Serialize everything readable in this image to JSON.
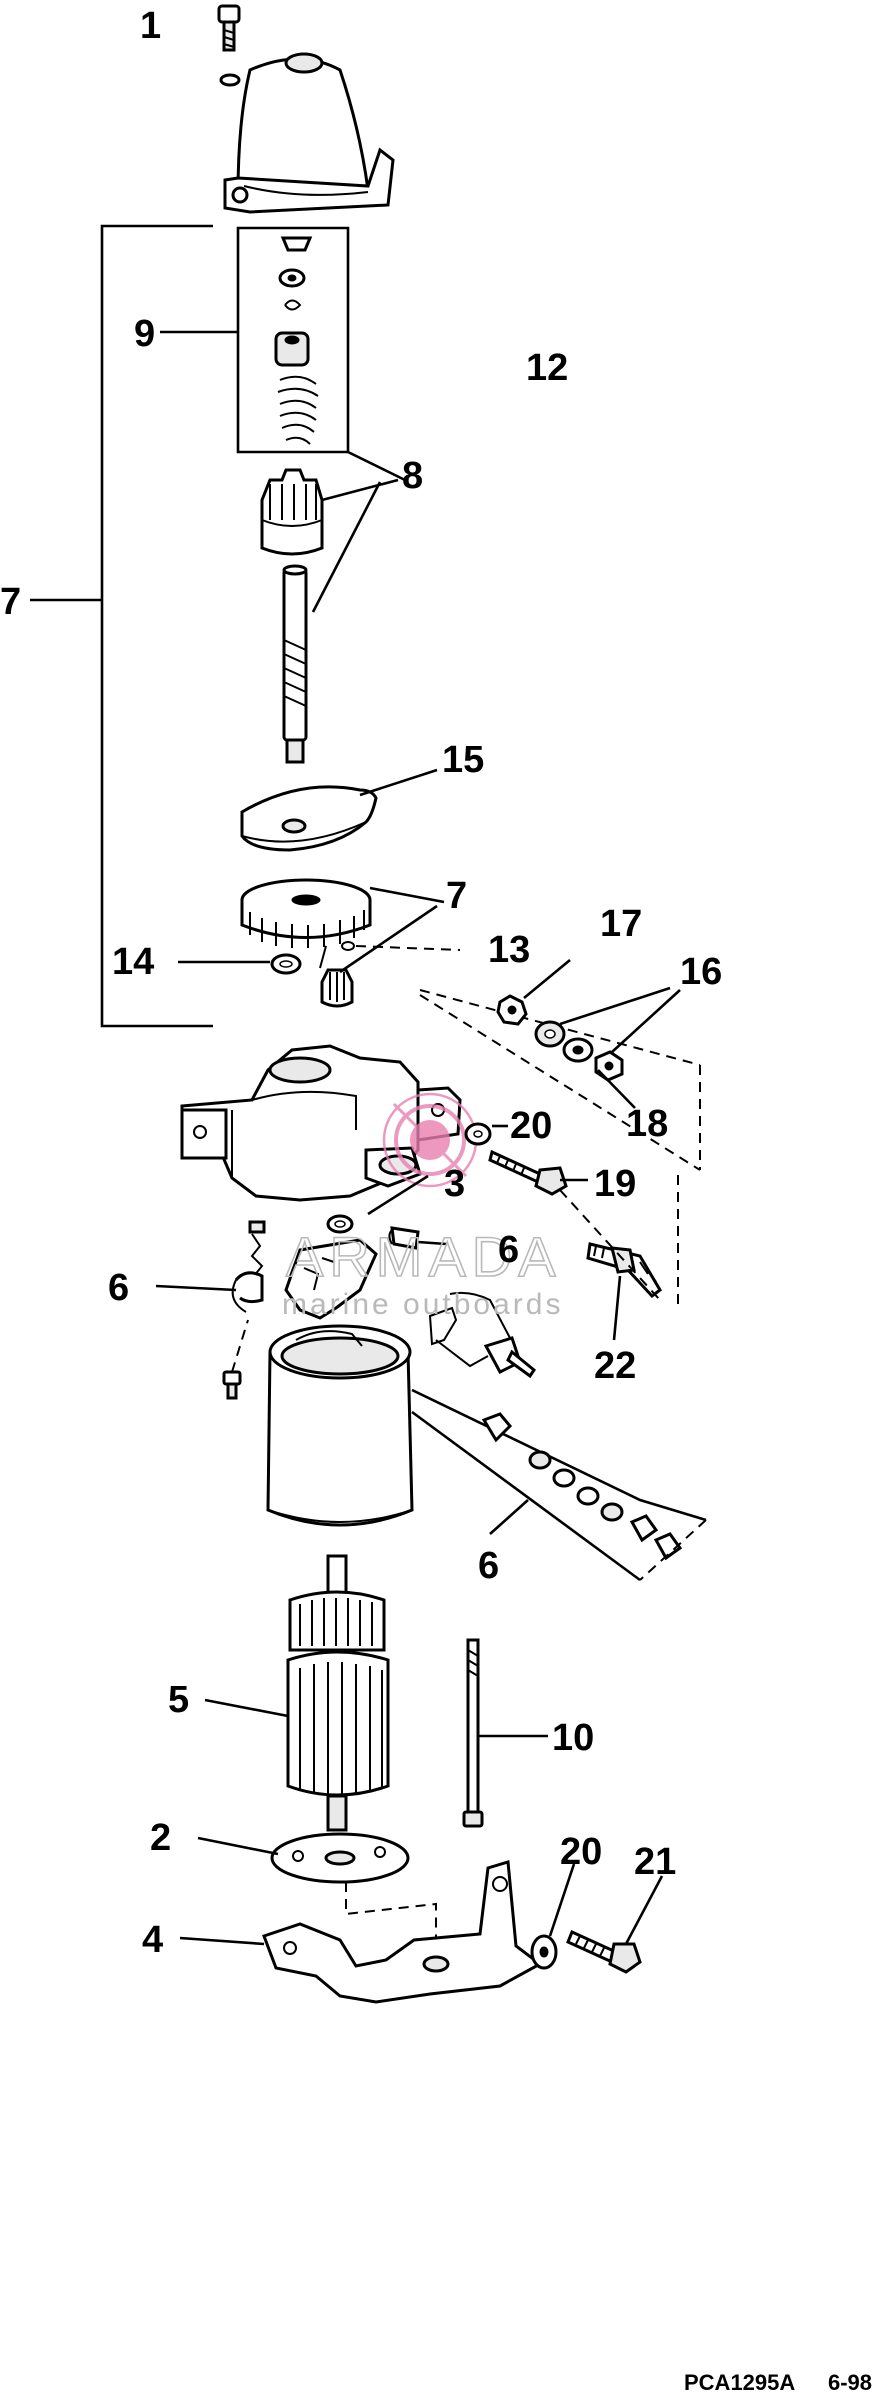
{
  "part_labels": {
    "p1": "1",
    "p2": "2",
    "p3": "3",
    "p4": "4",
    "p5": "5",
    "p6a": "6",
    "p6b": "6",
    "p6c": "6",
    "p7a": "7",
    "p7b": "7",
    "p8": "8",
    "p9": "9",
    "p10": "10",
    "p12": "12",
    "p13": "13",
    "p14": "14",
    "p15": "15",
    "p16": "16",
    "p17": "17",
    "p18": "18",
    "p19": "19",
    "p20a": "20",
    "p20b": "20",
    "p21": "21",
    "p22": "22"
  },
  "watermark": {
    "brand": "ARMADA",
    "tagline": "marine outboards",
    "accent": "#e87fb0"
  },
  "footer": {
    "drawing_code": "PCA1295A",
    "date_code": "6-98"
  }
}
